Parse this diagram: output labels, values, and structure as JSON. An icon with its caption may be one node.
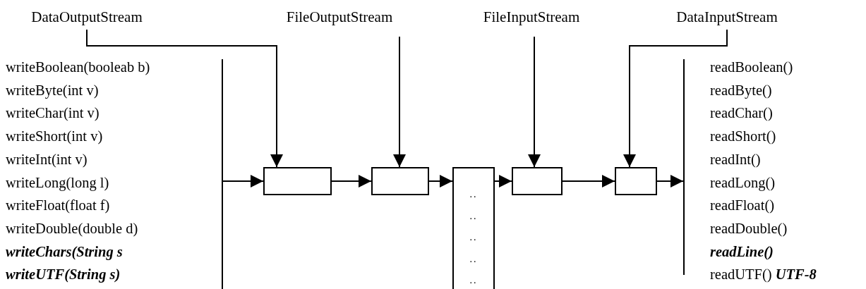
{
  "diagram": {
    "nodes": [
      {
        "text": [
          "DataOutputStream"
        ]
      },
      {
        "text": [
          "FileOutputStream"
        ]
      },
      {
        "text": [
          "FileInputStream"
        ]
      },
      {
        "text": [
          "DataInputStream"
        ]
      },
      {
        "text": [],
        "shape": "bar"
      },
      {
        "text": [],
        "shape": "box"
      },
      {
        "text": [],
        "shape": "box"
      },
      {
        "text": [
          "..",
          "..",
          "..",
          "..",
          ".."
        ]
      },
      {
        "text": [],
        "shape": "box"
      },
      {
        "text": [],
        "shape": "box"
      },
      {
        "text": [],
        "shape": "bar"
      }
    ],
    "edges": [
      {
        "from": 0,
        "to": 5,
        "arrow": "to"
      },
      {
        "from": 1,
        "to": 6,
        "arrow": "to"
      },
      {
        "from": 2,
        "to": 8,
        "arrow": "to"
      },
      {
        "from": 3,
        "to": 9,
        "arrow": "to"
      },
      {
        "from": 4,
        "to": 5,
        "arrow": "to"
      },
      {
        "from": 5,
        "to": 6,
        "arrow": "to"
      },
      {
        "from": 6,
        "to": 7,
        "arrow": "to"
      },
      {
        "from": 7,
        "to": 8,
        "arrow": "to"
      },
      {
        "from": 8,
        "to": 9,
        "arrow": "to"
      },
      {
        "from": 9,
        "to": 10,
        "arrow": "to"
      }
    ],
    "labels": [
      "writeBoolean(booleab b)",
      "readBoolean()",
      "writeByte(int v)",
      "readByte()",
      "writeChar(int v)",
      "readChar()",
      "writeShort(int v)",
      "readShort()",
      "writeInt(int v)",
      "readInt()",
      "writeLong(long l)",
      "readLong()",
      "writeFloat(float f)",
      "readFloat()",
      "writeDouble(double d)",
      "readDouble()",
      "**writeChars(String s**",
      "**readLine()**",
      "**writeUTF(String s)**",
      "readUTF() **UTF-8**"
    ]
  }
}
